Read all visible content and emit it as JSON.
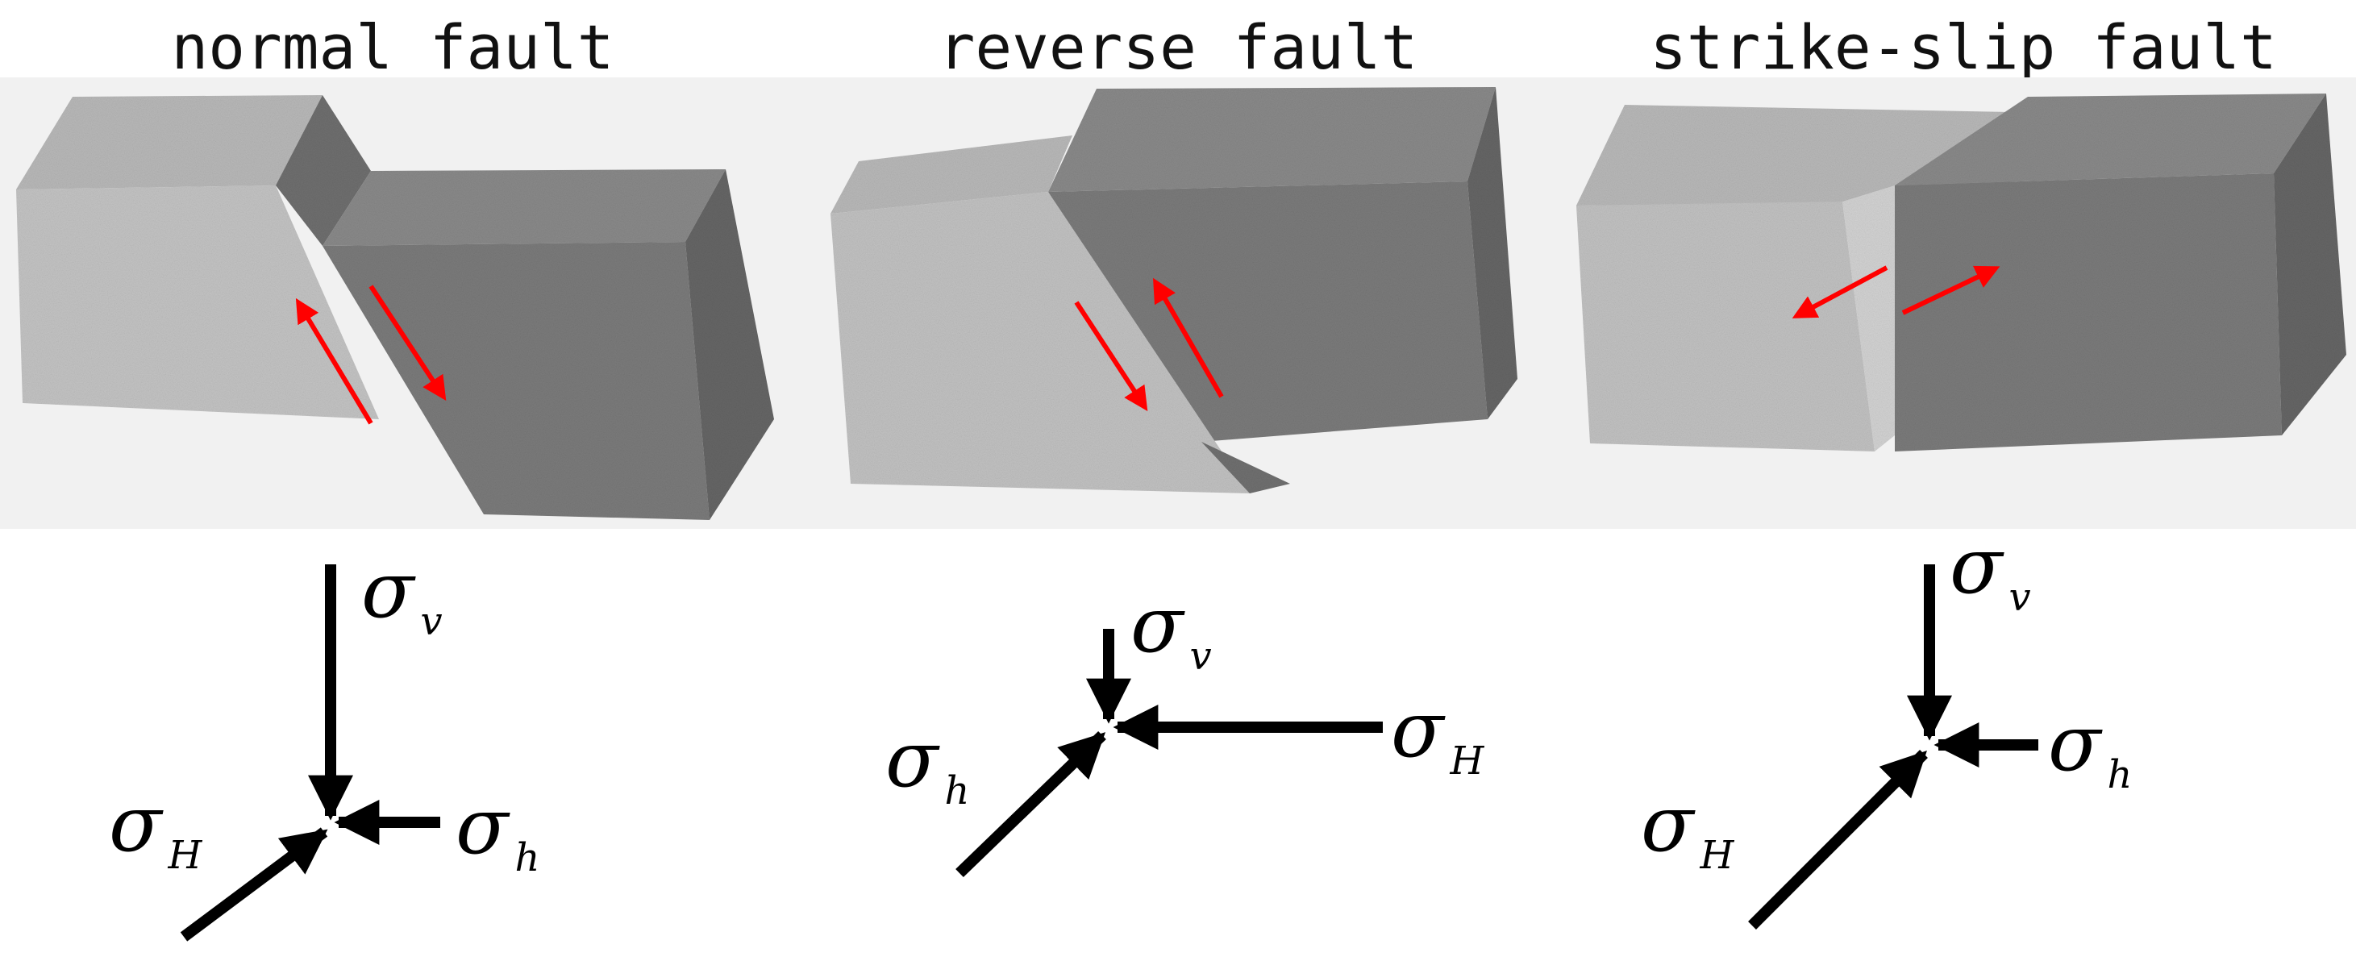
{
  "panels": [
    {
      "id": "normal",
      "title": "normal fault",
      "labels": {
        "vertical": "v",
        "max_horizontal": "H",
        "min_horizontal": "h"
      },
      "symbol": "σ"
    },
    {
      "id": "reverse",
      "title": "reverse fault",
      "labels": {
        "vertical": "v",
        "max_horizontal": "H",
        "min_horizontal": "h"
      },
      "symbol": "σ"
    },
    {
      "id": "strike_slip",
      "title": "strike-slip fault",
      "labels": {
        "vertical": "v",
        "max_horizontal": "H",
        "min_horizontal": "h"
      },
      "symbol": "σ"
    }
  ],
  "colors": {
    "light_block": "#bdbdbd",
    "dark_block": "#7f7f7f",
    "slip_arrow": "#ff0000",
    "stress_arrow": "#000000"
  }
}
